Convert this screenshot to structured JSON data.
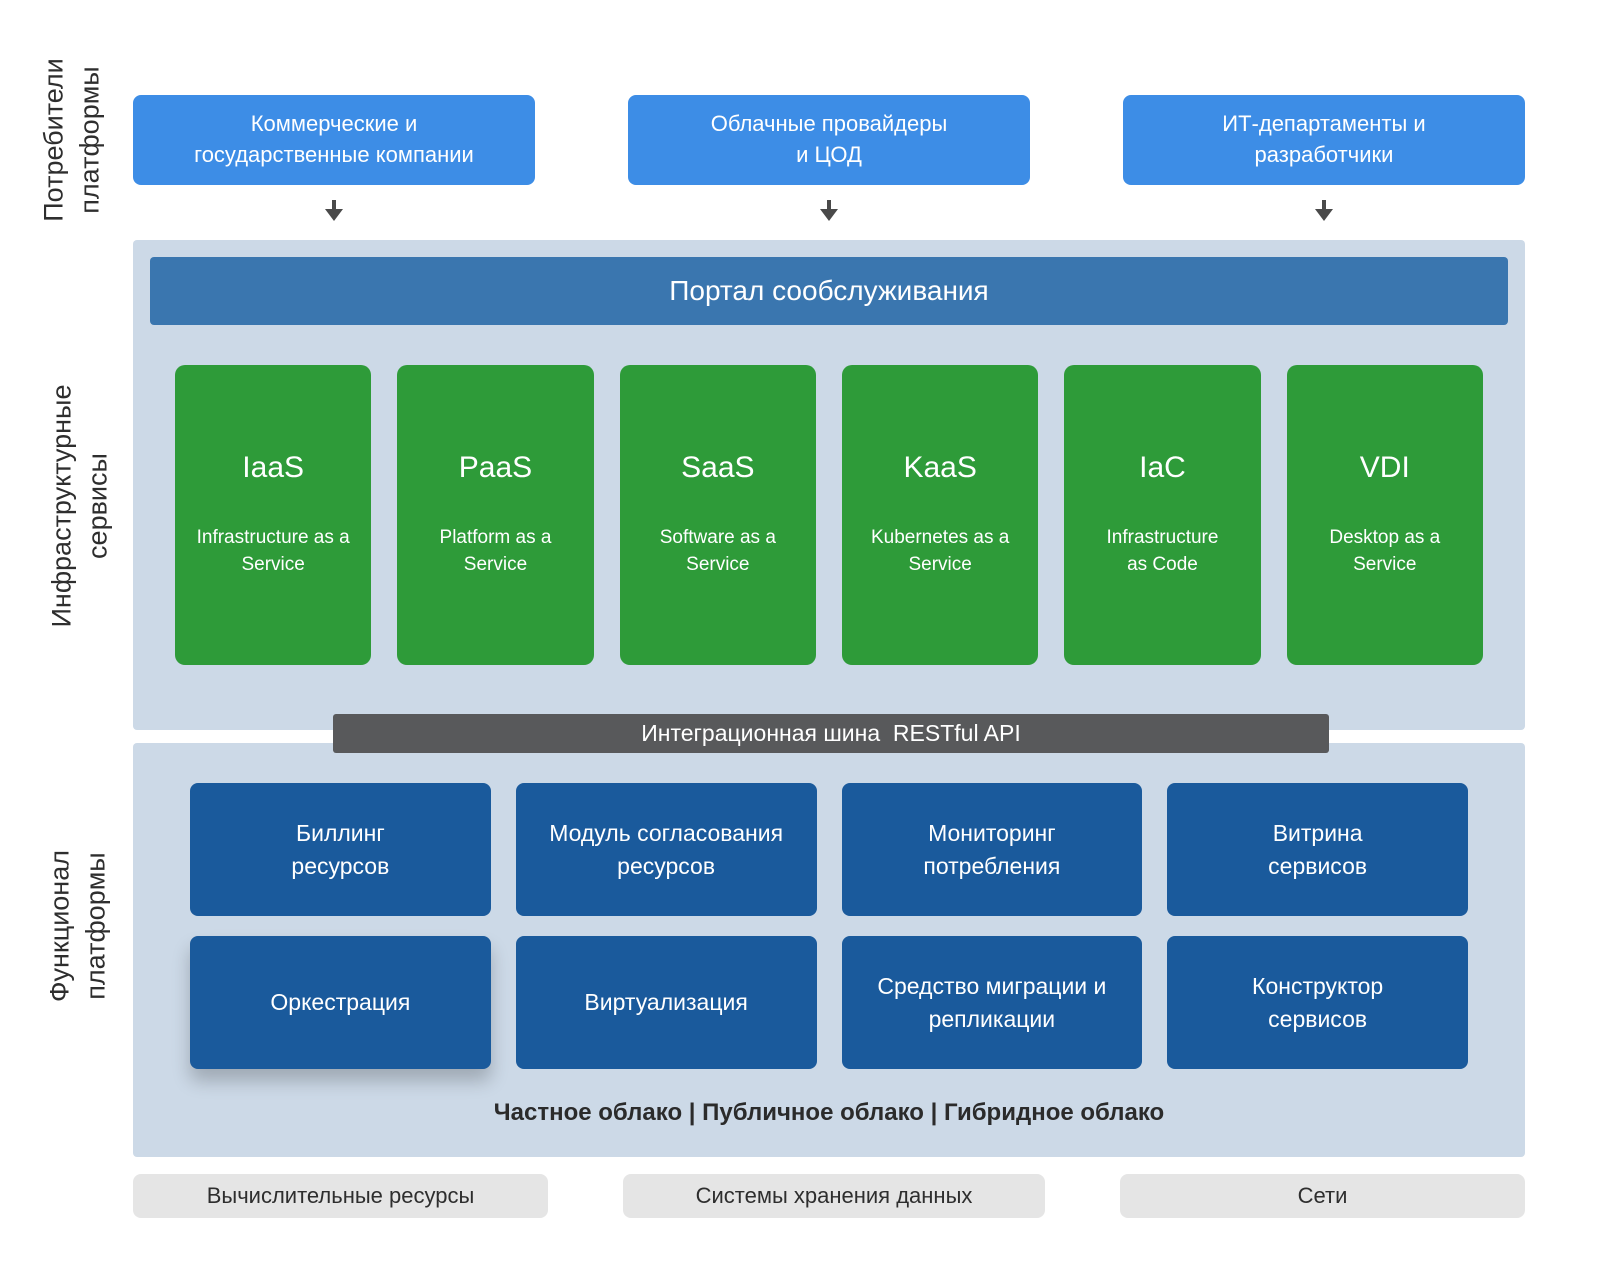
{
  "colors": {
    "accent_blue": "#3D8DE6",
    "panel_bg": "#CCD9E7",
    "portal_blue": "#3A76AF",
    "green": "#2E9B39",
    "bus_gray": "#58595B",
    "module_blue": "#1A5A9C",
    "resource_gray": "#E5E5E5",
    "arrow_gray": "#4A4A4A",
    "text_dark": "#2E2E2E"
  },
  "side_labels": [
    {
      "label": "Потребители\nплатформы"
    },
    {
      "label": "Инфраструктурные\nсервисы"
    },
    {
      "label": "Функционал\nплатформы"
    }
  ],
  "consumers": [
    {
      "label": "Коммерческие и\nгосударственные компании"
    },
    {
      "label": "Облачные провайдеры\nи ЦОД"
    },
    {
      "label": "ИТ-департаменты и\nразработчики"
    }
  ],
  "portal": {
    "label": "Портал сообслуживания"
  },
  "services": [
    {
      "abbr": "IaaS",
      "name": "Infrastructure as a\nService"
    },
    {
      "abbr": "PaaS",
      "name": "Platform as a\nService"
    },
    {
      "abbr": "SaaS",
      "name": "Software as a\nService"
    },
    {
      "abbr": "KaaS",
      "name": "Kubernetes as a\nService"
    },
    {
      "abbr": "IaC",
      "name": "Infrastructure\nas Code"
    },
    {
      "abbr": "VDI",
      "name": "Desktop as a\nService"
    }
  ],
  "integration_bus": {
    "label": "Интеграционная шина  RESTful API"
  },
  "modules": [
    [
      "Биллинг\nресурсов",
      "Модуль согласования\nресурсов",
      "Мониторинг\nпотребления",
      "Витрина\nсервисов"
    ],
    [
      "Оркестрация",
      "Виртуализация",
      "Средство миграции и\nрепликации",
      "Конструктор\nсервисов"
    ]
  ],
  "cloud_types": "Частное облако | Публичное облако | Гибридное облако",
  "resources": [
    "Вычислительные ресурсы",
    "Системы хранения данных",
    "Сети"
  ]
}
